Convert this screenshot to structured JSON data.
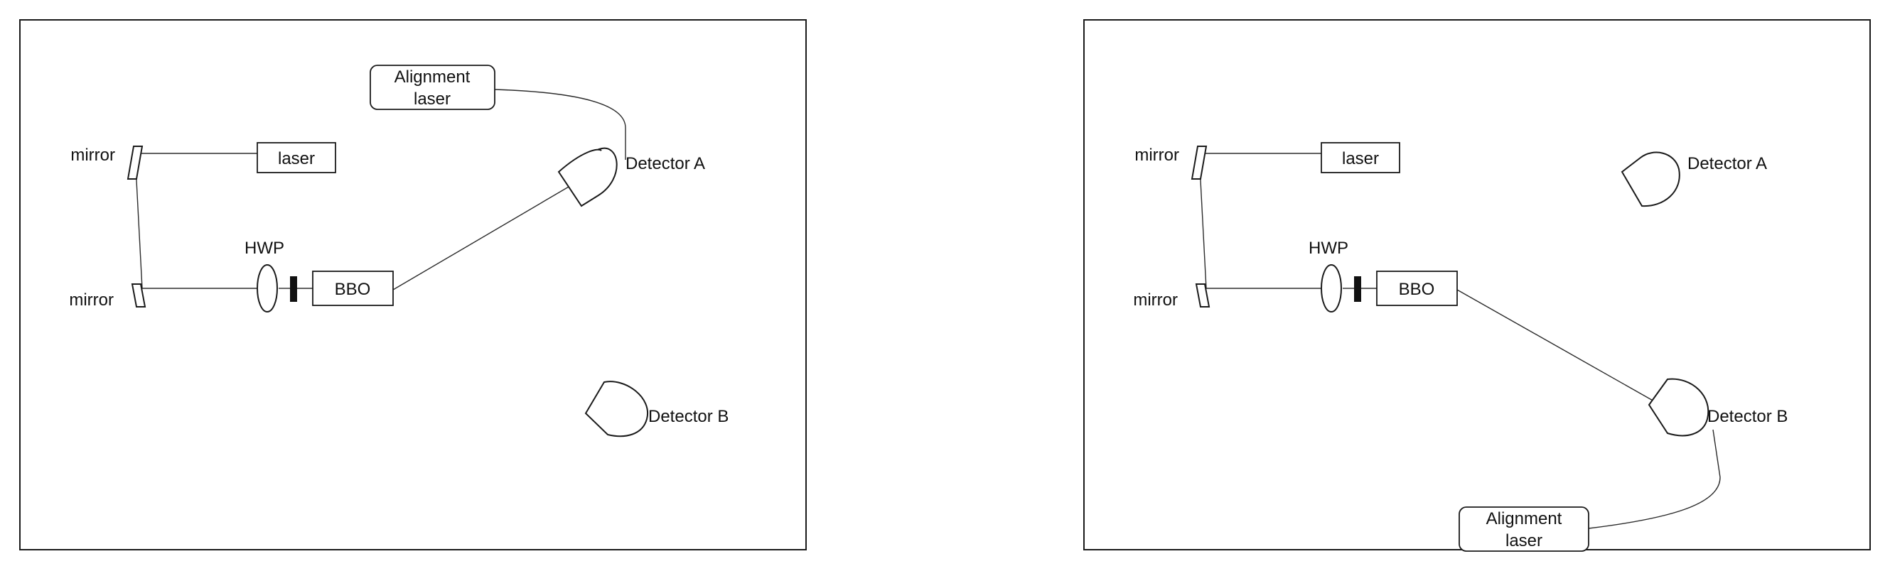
{
  "panels": [
    {
      "labels": {
        "laser": "laser",
        "mirror_top": "mirror",
        "mirror_bottom": "mirror",
        "hwp": "HWP",
        "bbo": "BBO",
        "detector_a": "Detector A",
        "detector_b": "Detector B",
        "alignment_line1": "Alignment",
        "alignment_line2": "laser"
      }
    },
    {
      "labels": {
        "laser": "laser",
        "mirror_top": "mirror",
        "mirror_bottom": "mirror",
        "hwp": "HWP",
        "bbo": "BBO",
        "detector_a": "Detector A",
        "detector_b": "Detector B",
        "alignment_line1": "Alignment",
        "alignment_line2": "laser"
      }
    }
  ]
}
